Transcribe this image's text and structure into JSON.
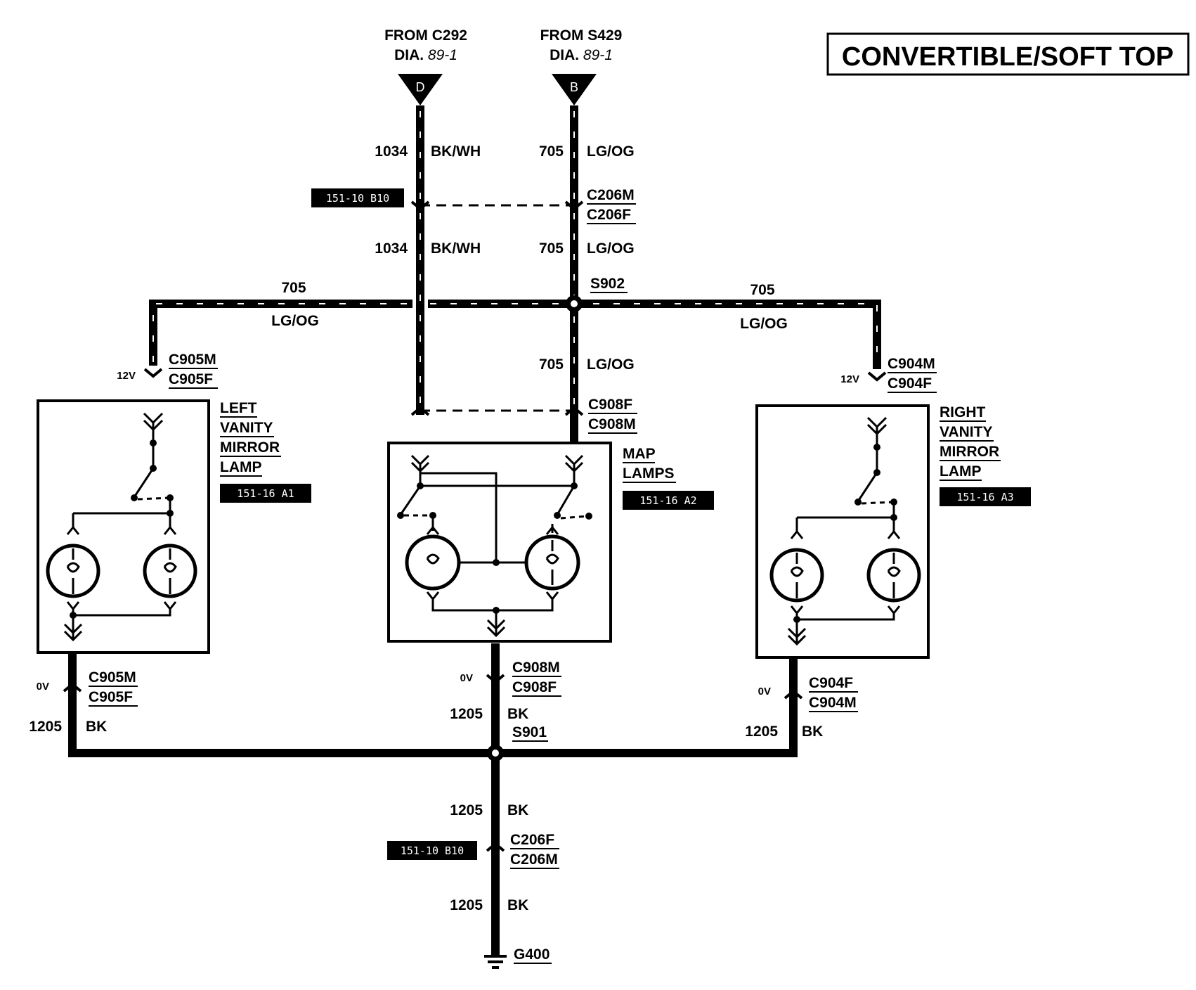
{
  "title": "CONVERTIBLE/SOFT TOP",
  "sources": {
    "left": {
      "line1": "FROM C292",
      "dia_prefix": "DIA.",
      "dia_ref": "89-1",
      "pin": "D"
    },
    "right": {
      "line1": "FROM S429",
      "dia_prefix": "DIA.",
      "dia_ref": "89-1",
      "pin": "B"
    }
  },
  "wires": {
    "w1034_top": {
      "num": "1034",
      "color": "BK/WH"
    },
    "w705_top": {
      "num": "705",
      "color": "LG/OG"
    },
    "w1034_mid": {
      "num": "1034",
      "color": "BK/WH"
    },
    "w705_mid": {
      "num": "705",
      "color": "LG/OG"
    },
    "w705_left": {
      "num": "705",
      "color": "LG/OG"
    },
    "w705_right": {
      "num": "705",
      "color": "LG/OG"
    },
    "w705_center": {
      "num": "705",
      "color": "LG/OG"
    },
    "w1205_left": {
      "num": "1205",
      "color": "BK"
    },
    "w1205_center": {
      "num": "1205",
      "color": "BK"
    },
    "w1205_right": {
      "num": "1205",
      "color": "BK"
    },
    "w1205_lower": {
      "num": "1205",
      "color": "BK"
    },
    "w1205_bottom": {
      "num": "1205",
      "color": "BK"
    }
  },
  "connectors": {
    "c206_top": {
      "a": "C206M",
      "b": "C206F",
      "ref": "151-10 B10"
    },
    "c905_top": {
      "a": "C905M",
      "b": "C905F",
      "volt": "12V"
    },
    "c904_top": {
      "a": "C904M",
      "b": "C904F",
      "volt": "12V"
    },
    "c908_top": {
      "a": "C908F",
      "b": "C908M"
    },
    "c905_bot": {
      "a": "C905M",
      "b": "C905F",
      "volt": "0V"
    },
    "c908_bot": {
      "a": "C908M",
      "b": "C908F",
      "volt": "0V"
    },
    "c904_bot": {
      "a": "C904F",
      "b": "C904M",
      "volt": "0V"
    },
    "c206_bot": {
      "a": "C206F",
      "b": "C206M",
      "ref": "151-10 B10"
    }
  },
  "splices": {
    "s902": "S902",
    "s901": "S901"
  },
  "ground": "G400",
  "components": {
    "left": {
      "lines": [
        "LEFT",
        "VANITY",
        "MIRROR",
        "LAMP"
      ],
      "ref": "151-16 A1"
    },
    "map": {
      "lines": [
        "MAP",
        "LAMPS"
      ],
      "ref": "151-16 A2"
    },
    "right": {
      "lines": [
        "RIGHT",
        "VANITY",
        "MIRROR",
        "LAMP"
      ],
      "ref": "151-16 A3"
    }
  }
}
